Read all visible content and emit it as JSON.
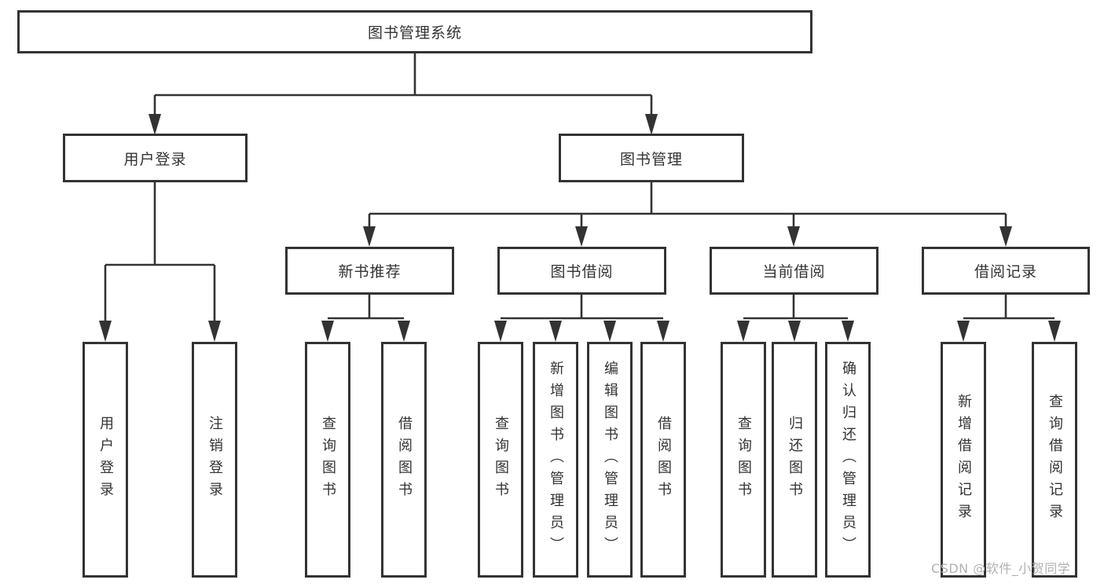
{
  "nodes": {
    "root": "图书管理系统",
    "branches": [
      {
        "label": "用户登录",
        "children": [
          "用户登录",
          "注销登录"
        ]
      },
      {
        "label": "图书管理",
        "sections": [
          {
            "label": "新书推荐",
            "children": [
              "查询图书",
              "借阅图书"
            ]
          },
          {
            "label": "图书借阅",
            "children": [
              "查询图书",
              "新增图书（管理员）",
              "编辑图书（管理员）",
              "借阅图书"
            ]
          },
          {
            "label": "当前借阅",
            "children": [
              "查询图书",
              "归还图书",
              "确认归还（管理员）"
            ]
          },
          {
            "label": "借阅记录",
            "children": [
              "新增借阅记录",
              "查询借阅记录"
            ]
          }
        ]
      }
    ]
  },
  "watermark": "CSDN @软件_小贺同学",
  "colors": {
    "line": "#333333",
    "box_border": "#333333",
    "text": "#333333",
    "watermark": "#b2b0b0",
    "background": "#ffffff"
  }
}
